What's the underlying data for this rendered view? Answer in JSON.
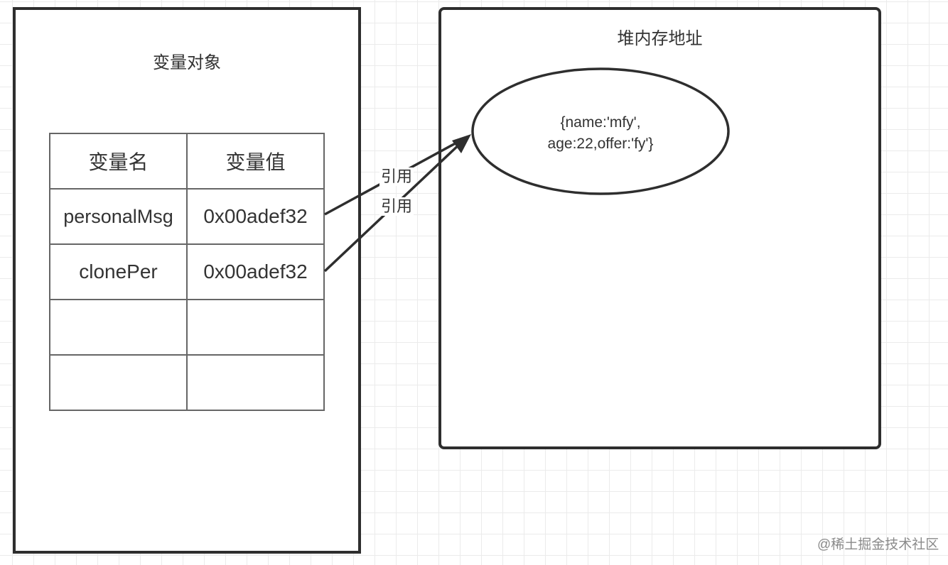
{
  "variable_object": {
    "title": "变量对象",
    "table": {
      "headers": [
        "变量名",
        "变量值"
      ],
      "rows": [
        [
          "personalMsg",
          "0x00adef32"
        ],
        [
          "clonePer",
          "0x00adef32"
        ],
        [
          "",
          ""
        ],
        [
          "",
          ""
        ]
      ]
    }
  },
  "heap": {
    "title": "堆内存地址",
    "object_lines": [
      "{name:'mfy',",
      "age:22,offer:'fy'}"
    ]
  },
  "references": [
    {
      "from": "personalMsg",
      "label": "引用"
    },
    {
      "from": "clonePer",
      "label": "引用"
    }
  ],
  "watermark": "@稀土掘金技术社区",
  "colors": {
    "stroke": "#2e2e2e",
    "table_border": "#666666",
    "grid": "#ebebeb",
    "text": "#333333"
  }
}
